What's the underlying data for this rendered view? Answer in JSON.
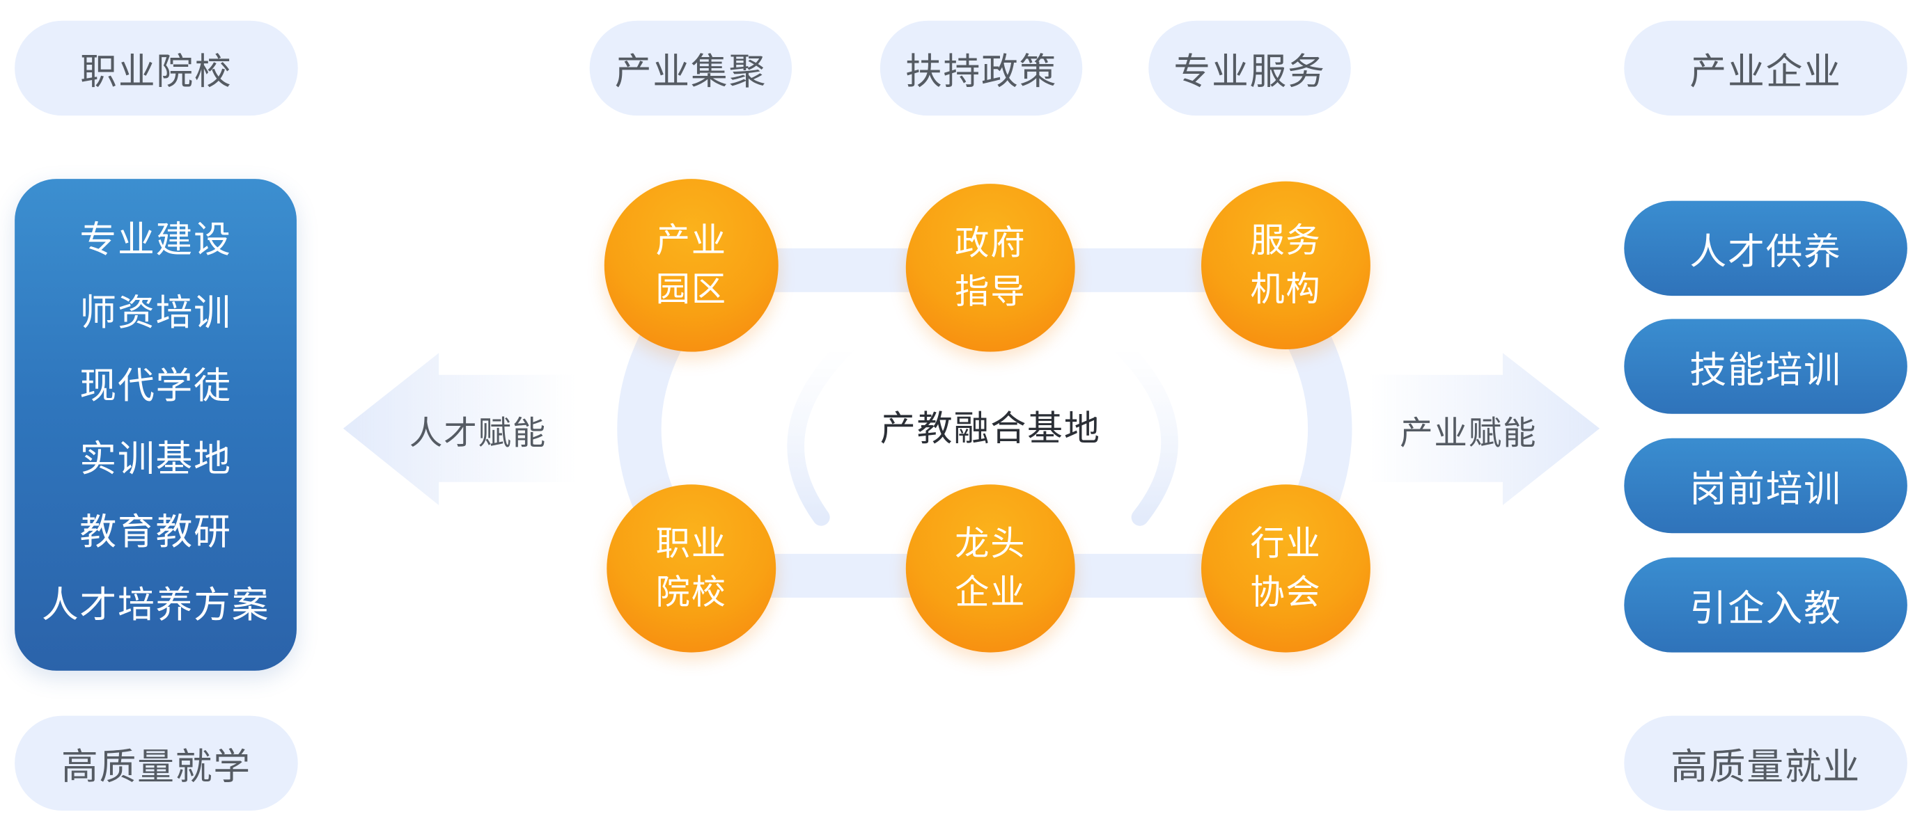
{
  "colors": {
    "pill_bg": "#e8effd",
    "blue_top": "#3c8fd0",
    "blue_bottom": "#2b63aa",
    "orange": "#f9a113",
    "orange_dark": "#f7850f",
    "track": "#e8effd"
  },
  "top_pills": {
    "vocational": "职业院校",
    "cluster": "产业集聚",
    "policy": "扶持政策",
    "services": "专业服务",
    "enterprise": "产业企业"
  },
  "bottom_pills": {
    "study": "高质量就学",
    "employment": "高质量就业"
  },
  "left_panel": {
    "items": [
      "专业建设",
      "师资培训",
      "现代学徒",
      "实训基地",
      "教育教研",
      "人才培养方案"
    ]
  },
  "right_pills": [
    "人才供养",
    "技能培训",
    "岗前培训",
    "引企入教"
  ],
  "circles": {
    "park": [
      "产业",
      "园区"
    ],
    "gov": [
      "政府",
      "指导"
    ],
    "service_org": [
      "服务",
      "机构"
    ],
    "school": [
      "职业",
      "院校"
    ],
    "leader": [
      "龙头",
      "企业"
    ],
    "association": [
      "行业",
      "协会"
    ]
  },
  "center_label": "产教融合基地",
  "arrows": {
    "left": "人才赋能",
    "right": "产业赋能"
  }
}
